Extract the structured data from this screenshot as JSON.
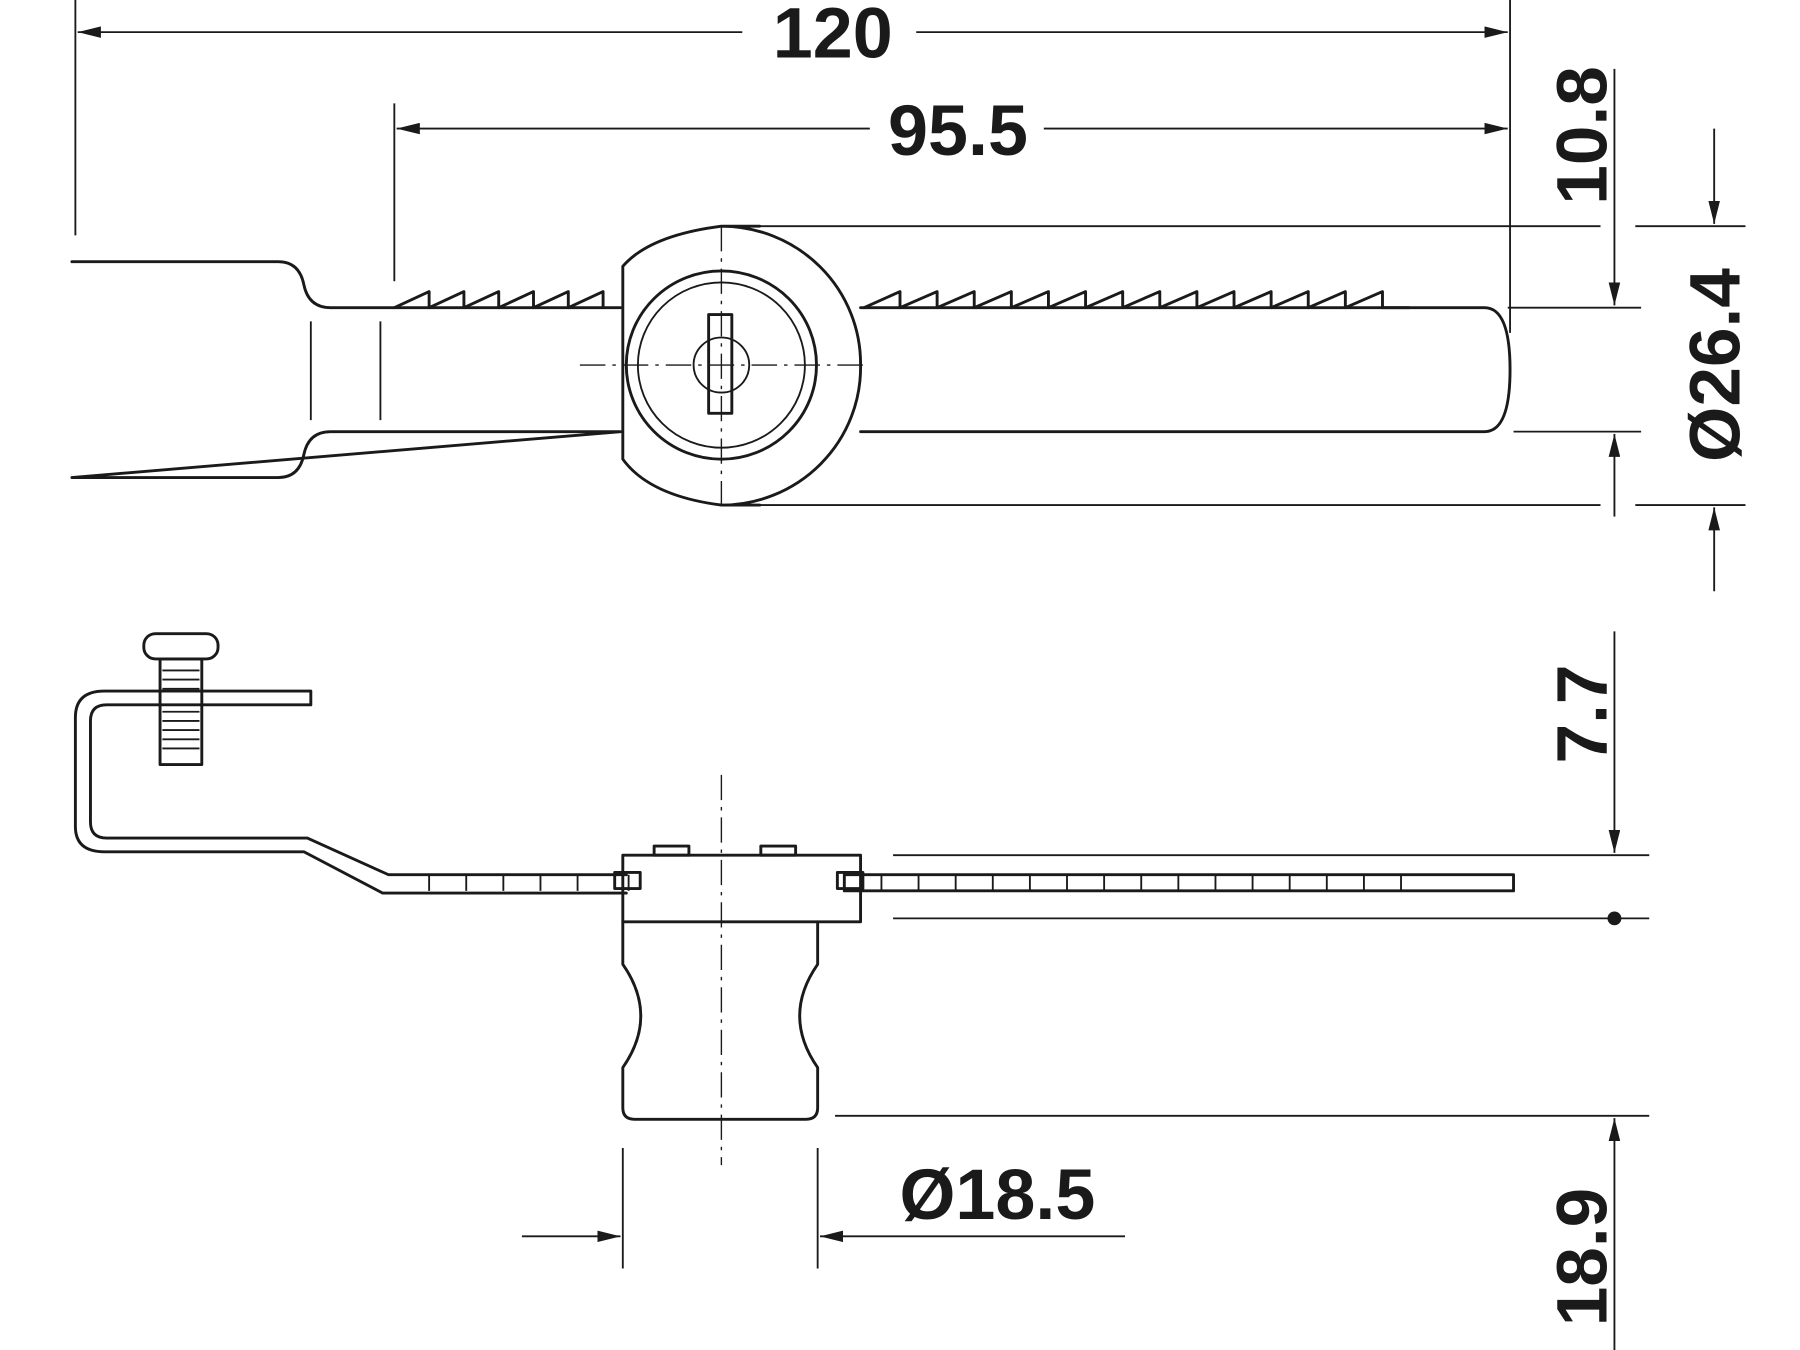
{
  "drawing": {
    "dimensions": {
      "overall_length": "120",
      "bar_length": "95.5",
      "offset_top": "10.8",
      "housing_diameter": "Ø26.4",
      "plate_height": "7.7",
      "knob_diameter": "Ø18.5",
      "knob_height": "18.9"
    },
    "line_color": "#1a1a1a",
    "background": "#ffffff"
  }
}
